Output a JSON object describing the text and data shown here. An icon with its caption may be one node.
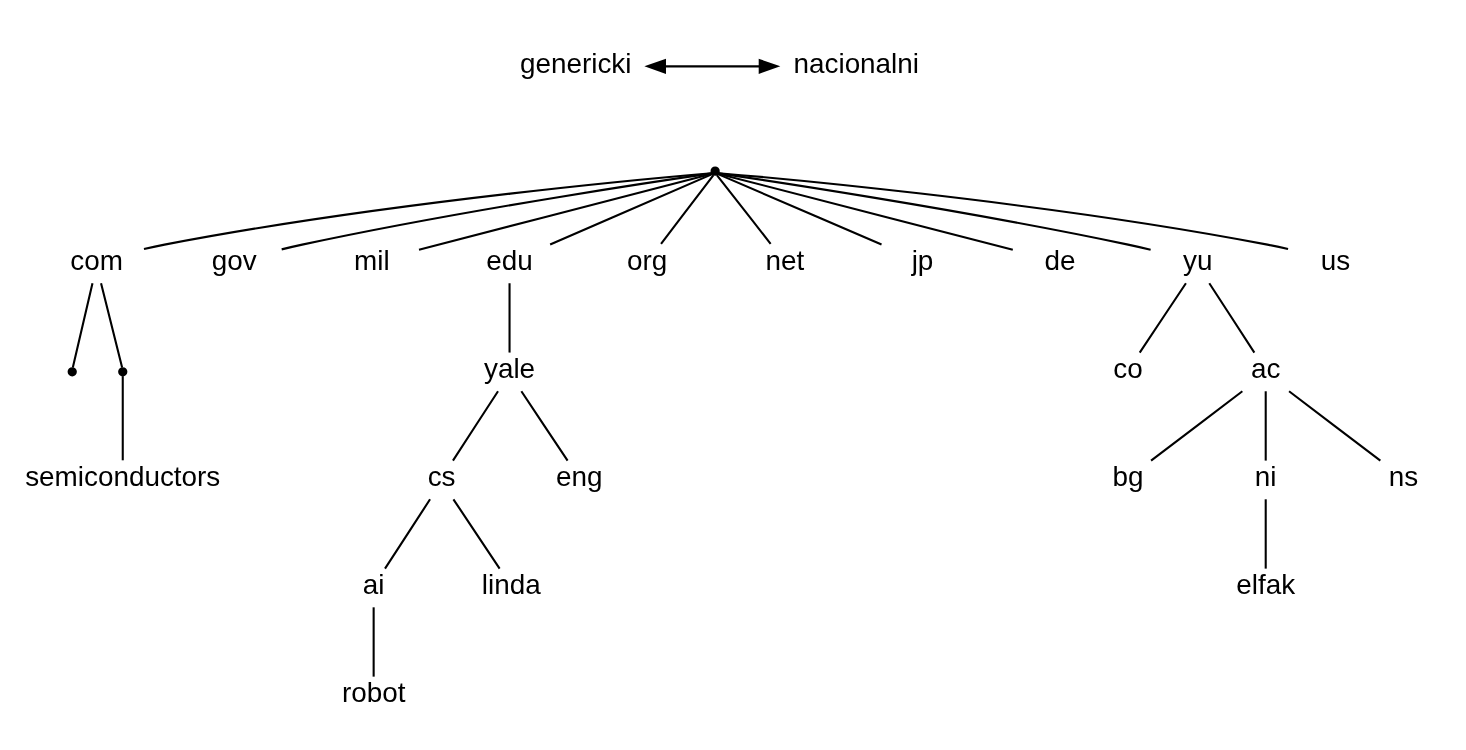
{
  "diagram": {
    "nodes": [
      {
        "text": [],
        "shape": "point"
      },
      {
        "text": [
          "com"
        ]
      },
      {
        "text": [
          "gov"
        ]
      },
      {
        "text": [
          "mil"
        ]
      },
      {
        "text": [
          "edu"
        ]
      },
      {
        "text": [
          "org"
        ]
      },
      {
        "text": [
          "net"
        ]
      },
      {
        "text": [
          "jp"
        ]
      },
      {
        "text": [
          "de"
        ]
      },
      {
        "text": [
          "yu"
        ]
      },
      {
        "text": [
          "us"
        ]
      },
      {
        "text": [],
        "shape": "point"
      },
      {
        "text": [],
        "shape": "point"
      },
      {
        "text": [
          "yale"
        ]
      },
      {
        "text": [
          "co"
        ]
      },
      {
        "text": [
          "ac"
        ]
      },
      {
        "text": [
          "semiconductors"
        ]
      },
      {
        "text": [
          "cs"
        ]
      },
      {
        "text": [
          "eng"
        ]
      },
      {
        "text": [
          "bg"
        ]
      },
      {
        "text": [
          "ni"
        ]
      },
      {
        "text": [
          "ns"
        ]
      },
      {
        "text": [
          "ai"
        ]
      },
      {
        "text": [
          "linda"
        ]
      },
      {
        "text": [
          "elfak"
        ]
      },
      {
        "text": [
          "robot"
        ]
      }
    ],
    "edges": [
      {
        "from": 0,
        "to": 1,
        "arrow": "none"
      },
      {
        "from": 0,
        "to": 2,
        "arrow": "none"
      },
      {
        "from": 0,
        "to": 3,
        "arrow": "none"
      },
      {
        "from": 0,
        "to": 4,
        "arrow": "none"
      },
      {
        "from": 0,
        "to": 5,
        "arrow": "none"
      },
      {
        "from": 0,
        "to": 6,
        "arrow": "none"
      },
      {
        "from": 0,
        "to": 7,
        "arrow": "none"
      },
      {
        "from": 0,
        "to": 8,
        "arrow": "none"
      },
      {
        "from": 0,
        "to": 9,
        "arrow": "none"
      },
      {
        "from": 0,
        "to": 10,
        "arrow": "none"
      },
      {
        "from": 1,
        "to": 11,
        "arrow": "none"
      },
      {
        "from": 1,
        "to": 12,
        "arrow": "none"
      },
      {
        "from": 4,
        "to": 13,
        "arrow": "none"
      },
      {
        "from": 9,
        "to": 14,
        "arrow": "none"
      },
      {
        "from": 9,
        "to": 15,
        "arrow": "none"
      },
      {
        "from": 12,
        "to": 16,
        "arrow": "none"
      },
      {
        "from": 13,
        "to": 17,
        "arrow": "none"
      },
      {
        "from": 13,
        "to": 18,
        "arrow": "none"
      },
      {
        "from": 15,
        "to": 19,
        "arrow": "none"
      },
      {
        "from": 15,
        "to": 20,
        "arrow": "none"
      },
      {
        "from": 15,
        "to": 21,
        "arrow": "none"
      },
      {
        "from": 17,
        "to": 22,
        "arrow": "none"
      },
      {
        "from": 17,
        "to": 23,
        "arrow": "none"
      },
      {
        "from": 20,
        "to": 24,
        "arrow": "none"
      },
      {
        "from": 22,
        "to": 25,
        "arrow": "none"
      }
    ],
    "labels": [
      "genericki",
      "nacionalni"
    ]
  }
}
